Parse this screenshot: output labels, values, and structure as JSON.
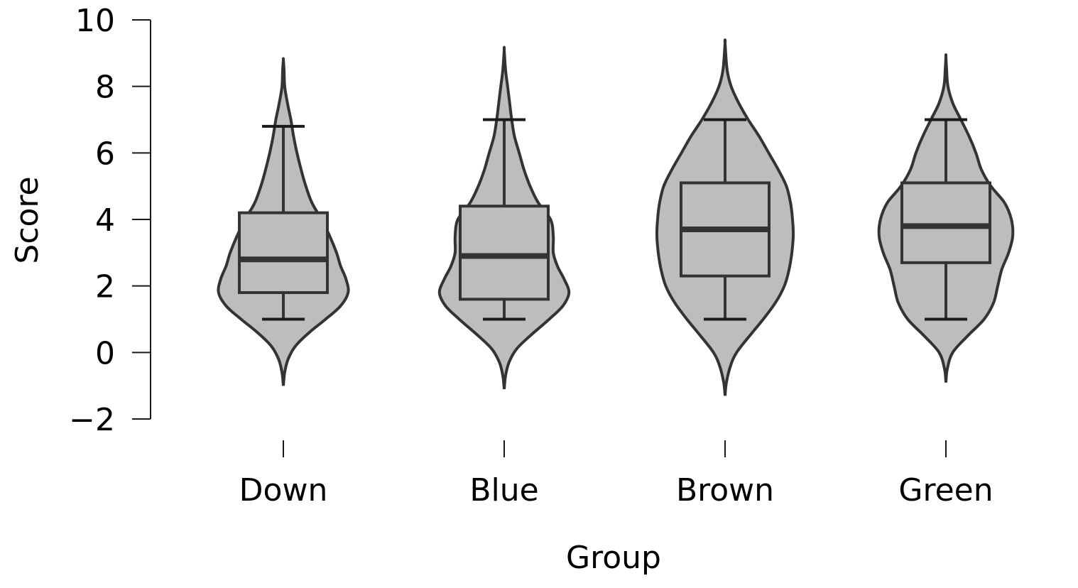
{
  "chart_data": {
    "type": "violin",
    "xlabel": "Group",
    "ylabel": "Score",
    "ylim": [
      -2,
      10
    ],
    "yticks": [
      -2,
      0,
      2,
      4,
      6,
      8,
      10
    ],
    "categories": [
      "Down",
      "Blue",
      "Brown",
      "Green"
    ],
    "groups": [
      {
        "name": "Down",
        "box": {
          "whisker_low": 1.0,
          "q1": 1.8,
          "median": 2.8,
          "q3": 4.2,
          "whisker_high": 6.8
        },
        "violin_range": [
          -1.0,
          8.8
        ],
        "density": [
          [
            -1.0,
            0.0
          ],
          [
            -0.6,
            0.02
          ],
          [
            -0.2,
            0.07
          ],
          [
            0.2,
            0.18
          ],
          [
            0.6,
            0.38
          ],
          [
            1.0,
            0.62
          ],
          [
            1.4,
            0.84
          ],
          [
            1.8,
            0.95
          ],
          [
            2.2,
            0.92
          ],
          [
            2.6,
            0.84
          ],
          [
            3.0,
            0.78
          ],
          [
            3.5,
            0.68
          ],
          [
            4.0,
            0.56
          ],
          [
            4.5,
            0.42
          ],
          [
            5.0,
            0.33
          ],
          [
            5.5,
            0.26
          ],
          [
            6.0,
            0.2
          ],
          [
            6.5,
            0.15
          ],
          [
            7.0,
            0.11
          ],
          [
            7.5,
            0.06
          ],
          [
            8.0,
            0.02
          ],
          [
            8.5,
            0.01
          ],
          [
            8.8,
            0.0
          ]
        ]
      },
      {
        "name": "Blue",
        "box": {
          "whisker_low": 1.0,
          "q1": 1.6,
          "median": 2.9,
          "q3": 4.4,
          "whisker_high": 7.0
        },
        "violin_range": [
          -1.1,
          9.1
        ],
        "density": [
          [
            -1.1,
            0.0
          ],
          [
            -0.7,
            0.02
          ],
          [
            -0.3,
            0.07
          ],
          [
            0.1,
            0.18
          ],
          [
            0.5,
            0.38
          ],
          [
            1.0,
            0.66
          ],
          [
            1.4,
            0.86
          ],
          [
            1.8,
            0.95
          ],
          [
            2.2,
            0.88
          ],
          [
            2.6,
            0.78
          ],
          [
            3.0,
            0.72
          ],
          [
            3.5,
            0.72
          ],
          [
            4.0,
            0.68
          ],
          [
            4.5,
            0.5
          ],
          [
            5.0,
            0.38
          ],
          [
            5.5,
            0.29
          ],
          [
            6.0,
            0.22
          ],
          [
            6.5,
            0.15
          ],
          [
            7.0,
            0.11
          ],
          [
            7.5,
            0.08
          ],
          [
            8.0,
            0.05
          ],
          [
            8.5,
            0.02
          ],
          [
            9.1,
            0.0
          ]
        ]
      },
      {
        "name": "Brown",
        "box": {
          "whisker_low": 1.0,
          "q1": 2.3,
          "median": 3.7,
          "q3": 5.1,
          "whisker_high": 7.0
        },
        "violin_range": [
          -1.3,
          9.3
        ],
        "density": [
          [
            -1.3,
            0.0
          ],
          [
            -0.9,
            0.02
          ],
          [
            -0.4,
            0.08
          ],
          [
            0.0,
            0.17
          ],
          [
            0.5,
            0.36
          ],
          [
            1.0,
            0.56
          ],
          [
            1.5,
            0.74
          ],
          [
            2.0,
            0.87
          ],
          [
            2.5,
            0.94
          ],
          [
            3.0,
            0.98
          ],
          [
            3.5,
            1.0
          ],
          [
            4.0,
            0.99
          ],
          [
            4.5,
            0.96
          ],
          [
            5.0,
            0.9
          ],
          [
            5.5,
            0.78
          ],
          [
            6.0,
            0.64
          ],
          [
            6.5,
            0.5
          ],
          [
            7.0,
            0.34
          ],
          [
            7.5,
            0.2
          ],
          [
            8.0,
            0.09
          ],
          [
            8.5,
            0.03
          ],
          [
            9.3,
            0.0
          ]
        ]
      },
      {
        "name": "Green",
        "box": {
          "whisker_low": 1.0,
          "q1": 2.7,
          "median": 3.8,
          "q3": 5.1,
          "whisker_high": 7.0
        },
        "violin_range": [
          -0.9,
          8.9
        ],
        "density": [
          [
            -0.9,
            0.0
          ],
          [
            -0.5,
            0.02
          ],
          [
            0.0,
            0.1
          ],
          [
            0.5,
            0.32
          ],
          [
            1.0,
            0.56
          ],
          [
            1.5,
            0.7
          ],
          [
            2.0,
            0.76
          ],
          [
            2.5,
            0.82
          ],
          [
            3.0,
            0.92
          ],
          [
            3.5,
            0.98
          ],
          [
            4.0,
            0.96
          ],
          [
            4.5,
            0.86
          ],
          [
            5.0,
            0.66
          ],
          [
            5.5,
            0.52
          ],
          [
            6.0,
            0.44
          ],
          [
            6.5,
            0.34
          ],
          [
            7.0,
            0.22
          ],
          [
            7.5,
            0.1
          ],
          [
            8.0,
            0.03
          ],
          [
            8.5,
            0.01
          ],
          [
            8.9,
            0.0
          ]
        ]
      }
    ],
    "colors": {
      "fill": "#bdbdbd",
      "stroke": "#333333",
      "axis": "#1a1a1a"
    },
    "grid": false,
    "legend": "none"
  }
}
